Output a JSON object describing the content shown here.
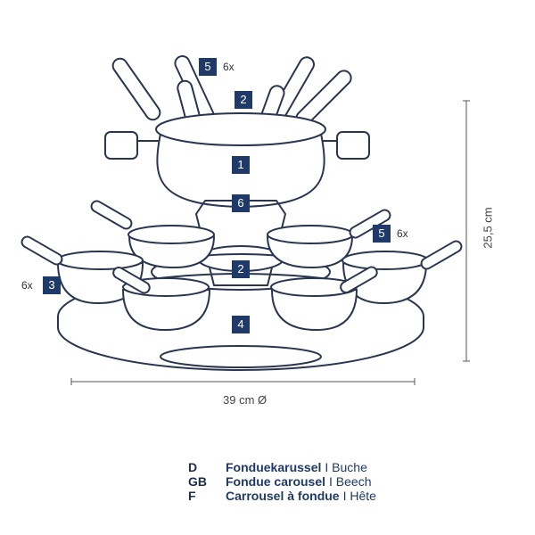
{
  "callouts": [
    {
      "number": "5",
      "quantity": "6x"
    },
    {
      "number": "2"
    },
    {
      "number": "1"
    },
    {
      "number": "6"
    },
    {
      "number": "5",
      "quantity": "6x"
    },
    {
      "number": "2"
    },
    {
      "number": "3",
      "quantity": "6x"
    },
    {
      "number": "4"
    }
  ],
  "dimensions": {
    "height": "25,5 cm",
    "diameter": "39 cm Ø"
  },
  "legend": [
    {
      "code": "D",
      "name": "Fonduekarussel",
      "material": "I Buche"
    },
    {
      "code": "GB",
      "name": "Fondue carousel",
      "material": "I Beech"
    },
    {
      "code": "F",
      "name": "Carrousel à fondue",
      "material": "I Hête"
    }
  ],
  "colors": {
    "badge": "#1f3a68",
    "line": "#2a3550"
  }
}
